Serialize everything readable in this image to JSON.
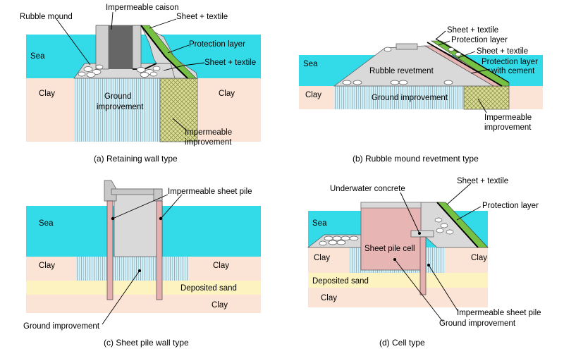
{
  "panels": {
    "a": {
      "caption": "(a)  Retaining  wall  type",
      "labels": {
        "caison": "Impermeable caison",
        "rubble": "Rubble mound",
        "sheet1": "Sheet + textile",
        "protection": "Protection layer",
        "sheet2": "Sheet + textile",
        "sea": "Sea",
        "clay_left": "Clay",
        "clay_right": "Clay",
        "ground1": "Ground",
        "ground2": "improvement",
        "imperm1": "Impermeable",
        "imperm2": "improvement"
      }
    },
    "b": {
      "caption": "(b)  Rubble  mound  revetment  type",
      "labels": {
        "sheet1": "Sheet + textile",
        "protection": "Protection layer",
        "sheet2": "Sheet + textile",
        "protcem1": "Protection layer",
        "protcem2": "with cement",
        "sea": "Sea",
        "revetment": "Rubble revetment",
        "clay": "Clay",
        "ground": "Ground improvement",
        "imperm1": "Impermeable",
        "imperm2": "improvement"
      }
    },
    "c": {
      "caption": "(c)  Sheet  pile  wall  type",
      "labels": {
        "pile": "Impermeable sheet pile",
        "sea": "Sea",
        "clay_left": "Clay",
        "clay_right": "Clay",
        "sand": "Deposited sand",
        "clay_bottom": "Clay",
        "ground": "Ground improvement"
      }
    },
    "d": {
      "caption": "(d)  Cell  type",
      "labels": {
        "concrete": "Underwater concrete",
        "sheet": "Sheet + textile",
        "protection": "Protection layer",
        "sea": "Sea",
        "cell": "Sheet pile cell",
        "clay_left": "Clay",
        "clay_right": "Clay",
        "sand": "Deposited sand",
        "clay_bottom": "Clay",
        "pile": "Impermeable sheet pile",
        "ground": "Ground improvement"
      }
    }
  },
  "colors": {
    "sea": "#33dbe8",
    "clay": "#fbe4d5",
    "sand": "#fdf3c0",
    "ground": "#c9e7ef",
    "concrete": "#d6d6d6",
    "caison": "#666666",
    "protection": "#76c043",
    "cell": "#e8b5b5",
    "pile": "#e7b0b0"
  }
}
